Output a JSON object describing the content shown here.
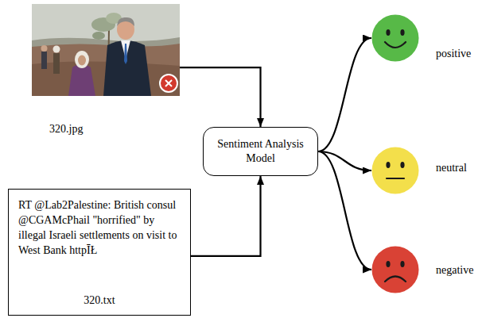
{
  "diagram": {
    "nodes": [
      {
        "text": [
          "320.jpg"
        ]
      },
      {
        "text": [
          "RT @Lab2Palestine: British consul @CGAMcPhail \"horrified\" by illegal Israeli settlements on visit to West Bank httpĪŁ",
          "320.txt"
        ]
      },
      {
        "text": [
          "Sentiment Analysis Model"
        ]
      },
      {
        "text": [
          "positive"
        ]
      },
      {
        "text": [
          "neutral"
        ]
      },
      {
        "text": [
          "negative"
        ]
      }
    ],
    "edges": [
      {
        "from": 0,
        "to": 2,
        "arrow": "to"
      },
      {
        "from": 1,
        "to": 2,
        "arrow": "to"
      },
      {
        "from": 2,
        "to": 3,
        "arrow": "to"
      },
      {
        "from": 2,
        "to": 4,
        "arrow": "to"
      },
      {
        "from": 2,
        "to": 5,
        "arrow": "to"
      }
    ]
  }
}
